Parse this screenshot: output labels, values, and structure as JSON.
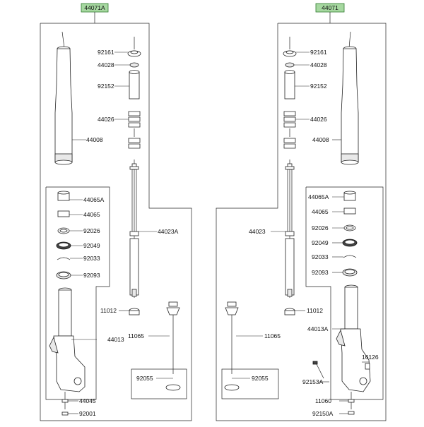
{
  "assemblies": [
    {
      "part_number": "44071A",
      "callouts": [
        "92161",
        "44028",
        "92152",
        "44026",
        "44008",
        "44023A",
        "44065A",
        "44065",
        "92026",
        "92049",
        "92033",
        "92093",
        "11012",
        "11065",
        "44013",
        "92055",
        "44045",
        "92001"
      ]
    },
    {
      "part_number": "44071",
      "callouts": [
        "92161",
        "44028",
        "92152",
        "44026",
        "44008",
        "44065A",
        "44065",
        "44023",
        "92026",
        "92049",
        "92033",
        "92093",
        "11012",
        "11065",
        "44013A",
        "16126",
        "92153A",
        "92055",
        "11060",
        "92150A"
      ]
    }
  ],
  "colors": {
    "tag_fill": "#a6d8a0",
    "tag_border": "#2f7a2f",
    "line": "#222222"
  }
}
